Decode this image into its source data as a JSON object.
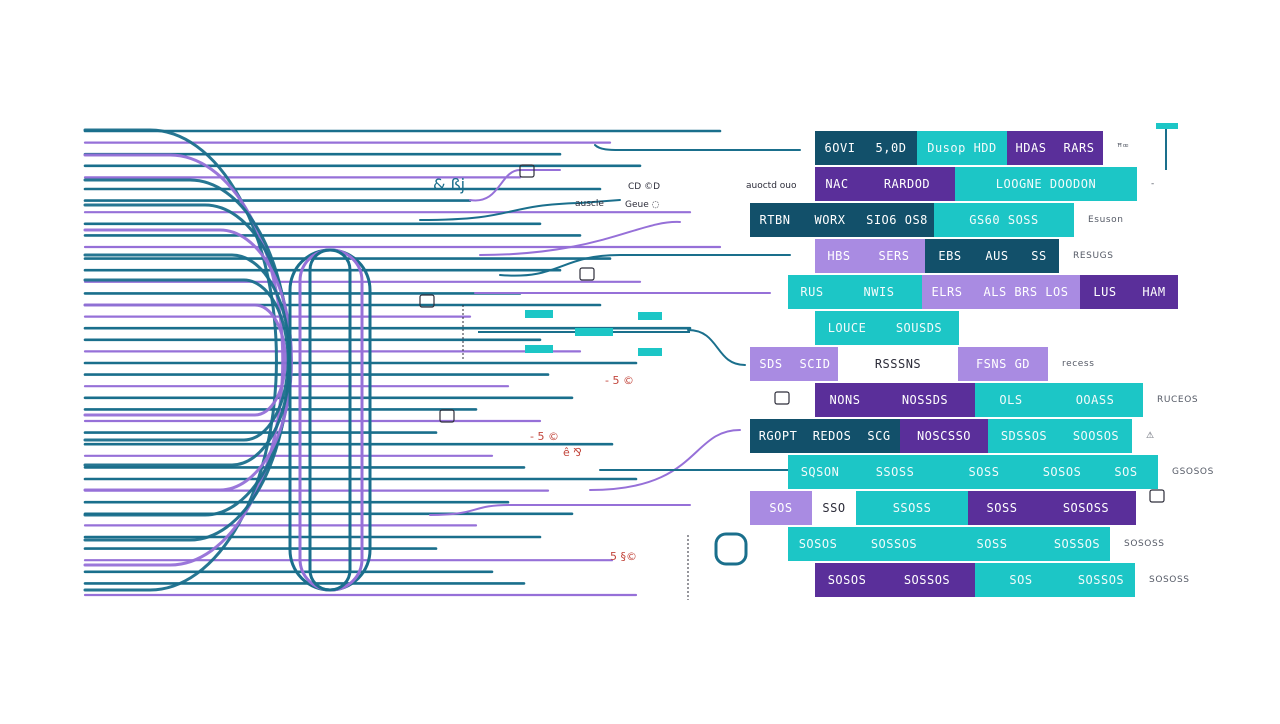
{
  "colors": {
    "navy": "#12506a",
    "teal": "#1cc6c6",
    "purple": "#7a56c8",
    "deep_purple": "#5a2f9a",
    "lavender": "#a98be2",
    "line_teal": "#1a6f8c",
    "line_purple": "#9670d8",
    "red_text": "#c2453b",
    "dark": "#2d2d3a"
  },
  "left_annotations": [
    {
      "text": "& ßj"
    },
    {
      "text": "- 5 ©"
    },
    {
      "text": "- 5 ©"
    },
    {
      "text": "ê ⅋"
    },
    {
      "text": "5 §©"
    }
  ],
  "mid_labels": [
    {
      "text": "CD ©D"
    },
    {
      "text": "auscle"
    },
    {
      "text": "Geue ◌"
    },
    {
      "text": "auoctd ouo"
    }
  ],
  "rows": [
    {
      "segments": [
        {
          "text": "6OVI",
          "color": "navy"
        },
        {
          "text": "5,0D",
          "color": "navy"
        },
        {
          "text": "Dusop HDD",
          "color": "teal"
        },
        {
          "text": "HDAS",
          "color": "deep_purple"
        },
        {
          "text": "RARS",
          "color": "deep_purple"
        }
      ],
      "side_label": "ꟸꟹ"
    },
    {
      "segments": [
        {
          "text": "NAC",
          "color": "deep_purple"
        },
        {
          "text": "RARDOD",
          "color": "deep_purple"
        },
        {
          "text": "LOOGNE DOODON",
          "color": "teal"
        }
      ],
      "side_label": "-"
    },
    {
      "segments": [
        {
          "text": "RTBN",
          "color": "navy"
        },
        {
          "text": "WORX",
          "color": "navy"
        },
        {
          "text": "SIO6 OS8",
          "color": "navy"
        },
        {
          "text": "GS60 SOSS",
          "color": "teal"
        }
      ],
      "side_label": "Esuson"
    },
    {
      "segments": [
        {
          "text": "HBS",
          "color": "lavender"
        },
        {
          "text": "SERS",
          "color": "lavender"
        },
        {
          "text": "EBS",
          "color": "navy"
        },
        {
          "text": "AUS",
          "color": "navy"
        },
        {
          "text": "SS",
          "color": "navy"
        }
      ],
      "side_label": "RESUGS"
    },
    {
      "segments": [
        {
          "text": "RUS",
          "color": "teal"
        },
        {
          "text": "NWIS",
          "color": "teal"
        },
        {
          "text": "ELRS",
          "color": "lavender"
        },
        {
          "text": "ALS BRS LOS",
          "color": "lavender"
        },
        {
          "text": "LUS",
          "color": "deep_purple"
        },
        {
          "text": "HAM",
          "color": "deep_purple"
        }
      ],
      "side_label": ""
    },
    {
      "segments": [
        {
          "text": "LOUCE",
          "color": "teal"
        },
        {
          "text": "SOUSDS",
          "color": "teal"
        }
      ],
      "side_label": ""
    },
    {
      "segments": [
        {
          "text": "SDS",
          "color": "lavender"
        },
        {
          "text": "SCID",
          "color": "lavender"
        },
        {
          "text": "RSSSNS",
          "color": "white"
        },
        {
          "text": "FSNS GD",
          "color": "lavender"
        }
      ],
      "side_label": "recess"
    },
    {
      "segments": [
        {
          "text": "NONS",
          "color": "deep_purple"
        },
        {
          "text": "NOSSDS",
          "color": "deep_purple"
        },
        {
          "text": "OLS",
          "color": "teal"
        },
        {
          "text": "OOASS",
          "color": "teal"
        }
      ],
      "side_label": "RUCEOS"
    },
    {
      "segments": [
        {
          "text": "RGOPT",
          "color": "navy"
        },
        {
          "text": "REDOS",
          "color": "navy"
        },
        {
          "text": "SCG",
          "color": "navy"
        },
        {
          "text": "NOSCSSO",
          "color": "deep_purple"
        },
        {
          "text": "SDSSOS",
          "color": "teal"
        },
        {
          "text": "SOOSOS",
          "color": "teal"
        }
      ],
      "side_label": "⚠"
    },
    {
      "segments": [
        {
          "text": "SQSON",
          "color": "teal"
        },
        {
          "text": "SSOSS",
          "color": "teal"
        },
        {
          "text": "SOSS",
          "color": "teal"
        },
        {
          "text": "SOSOS",
          "color": "teal"
        },
        {
          "text": "SOS",
          "color": "teal"
        }
      ],
      "side_label": "GSOSOS"
    },
    {
      "segments": [
        {
          "text": "SOS",
          "color": "lavender"
        },
        {
          "text": "SSO",
          "color": "white"
        },
        {
          "text": "SSOSS",
          "color": "teal"
        },
        {
          "text": "SOSS",
          "color": "deep_purple"
        },
        {
          "text": "SOSOSS",
          "color": "deep_purple"
        }
      ],
      "side_label": ""
    },
    {
      "segments": [
        {
          "text": "SOSOS",
          "color": "teal"
        },
        {
          "text": "SOSSOS",
          "color": "teal"
        },
        {
          "text": "SOSS",
          "color": "teal"
        },
        {
          "text": "SOSSOS",
          "color": "teal"
        }
      ],
      "side_label": "SOSOSS"
    },
    {
      "segments": [
        {
          "text": "SOSOS",
          "color": "deep_purple"
        },
        {
          "text": "SOSSOS",
          "color": "deep_purple"
        },
        {
          "text": "SOS",
          "color": "teal"
        },
        {
          "text": "SOSSOS",
          "color": "teal"
        }
      ],
      "side_label": "SOSOSS"
    }
  ]
}
